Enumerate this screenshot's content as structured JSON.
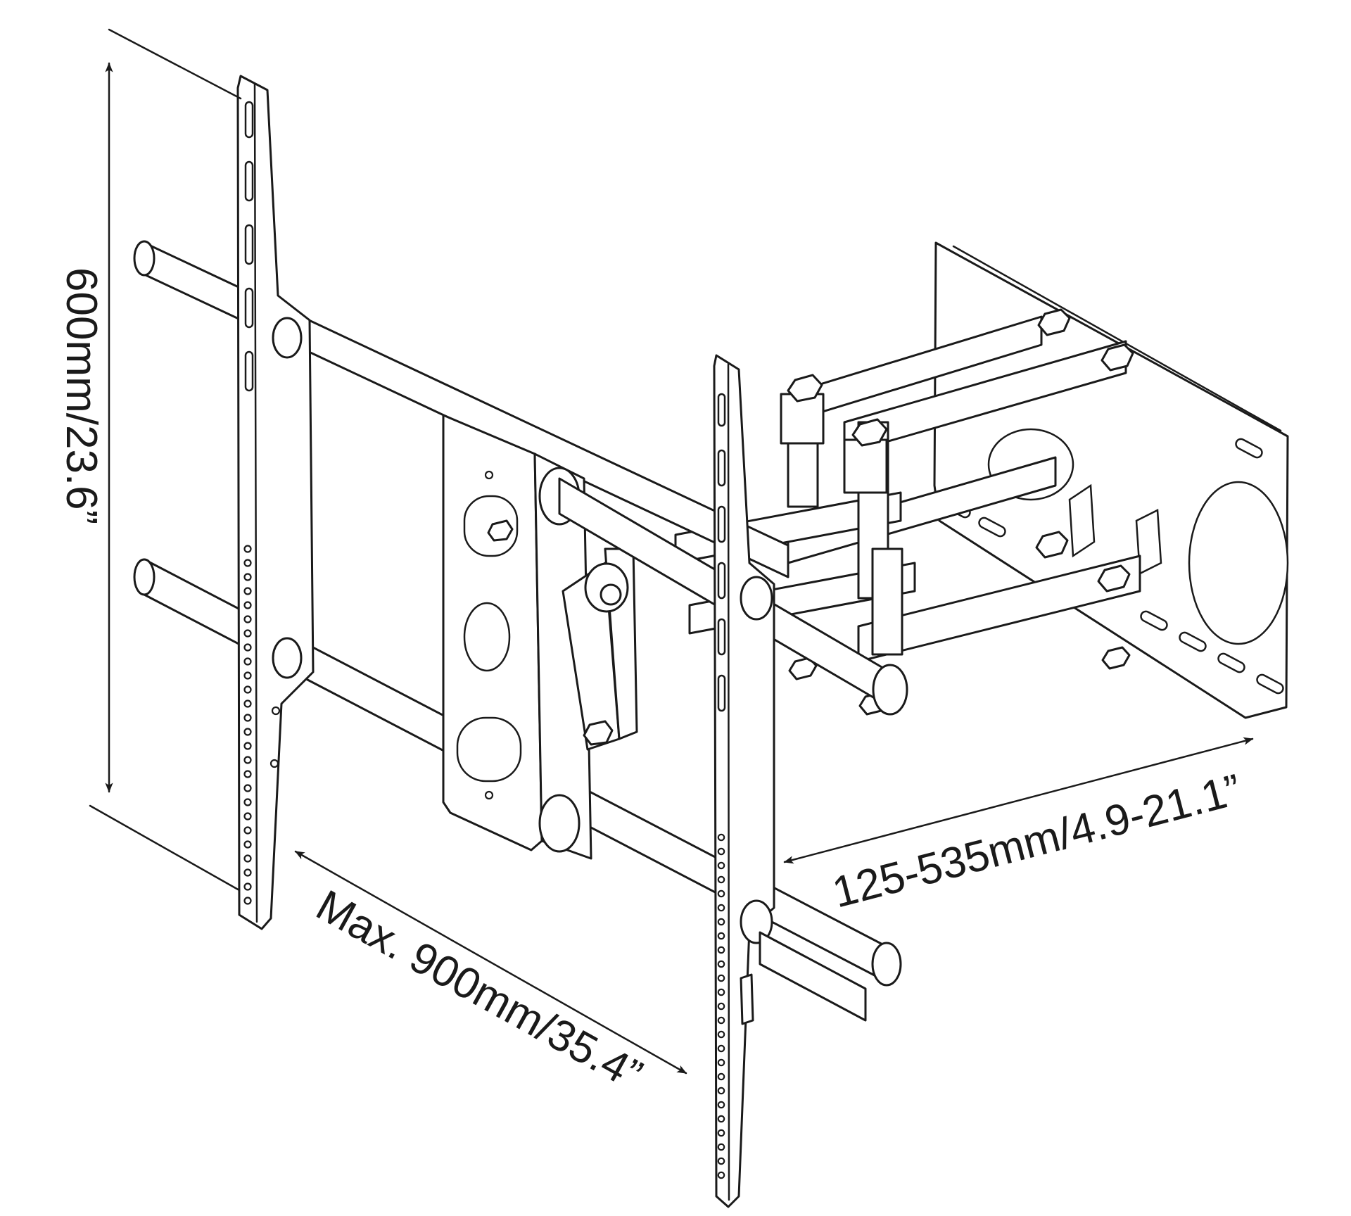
{
  "diagram": {
    "dimensions": {
      "height_label": "600mm/23.6”",
      "width_label": "Max. 900mm/35.4”",
      "extension_label": "125-535mm/4.9-21.1”"
    },
    "ink_color": "#1a1a1a",
    "background_color": "#ffffff"
  }
}
